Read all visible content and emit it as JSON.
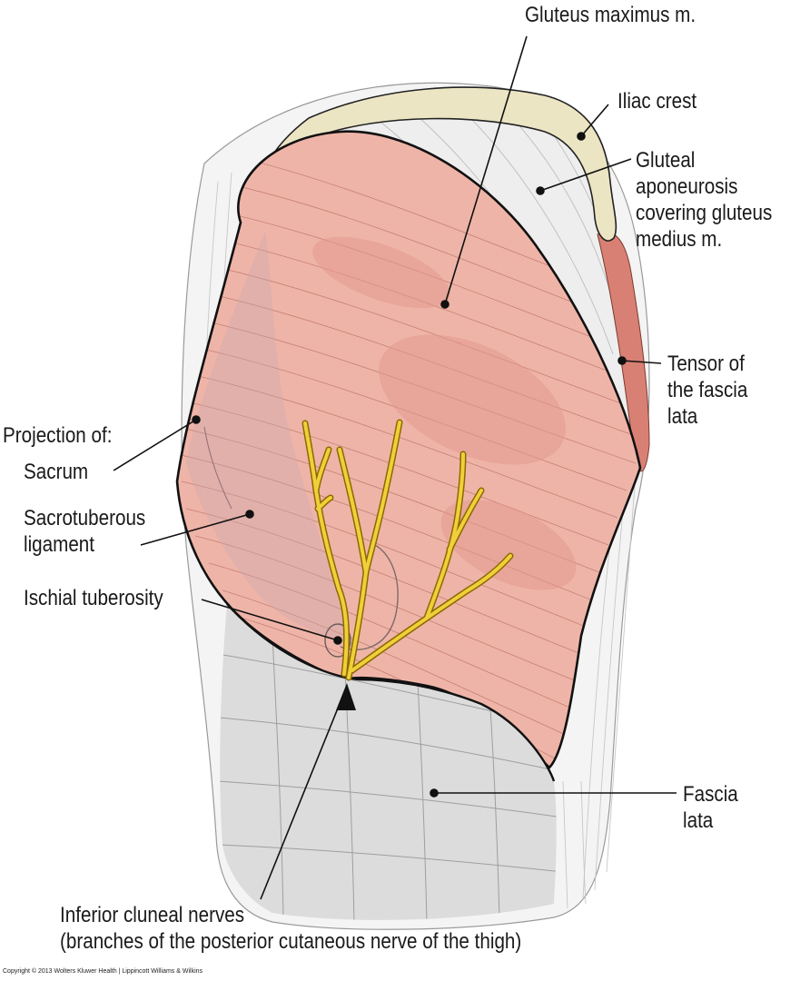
{
  "figure": {
    "labels": {
      "gluteus_maximus": "Gluteus maximus m.",
      "iliac_crest": "Iliac crest",
      "gluteal_aponeurosis": [
        "Gluteal",
        "aponeurosis",
        "covering gluteus",
        "medius m."
      ],
      "tensor_fascia_lata": [
        "Tensor of",
        "the fascia",
        "lata"
      ],
      "projection_of": "Projection of:",
      "sacrum": "Sacrum",
      "sacrotuberous_ligament": [
        "Sacrotuberous",
        "ligament"
      ],
      "ischial_tuberosity": "Ischial tuberosity",
      "fascia_lata": [
        "Fascia",
        "lata"
      ],
      "inferior_cluneal_nerves": [
        "Inferior cluneal nerves",
        "(branches of the posterior cutaneous nerve of the thigh)"
      ]
    },
    "copyright": "Copyright © 2013 Wolters Kluwer Health | Lippincott Williams & Wilkins",
    "colors": {
      "muscle": "#efb4a8",
      "muscle_dark": "#e39a8e",
      "bone": "#ece5c4",
      "fascia": "#dcdcdc",
      "skin": "#f3f3f3",
      "nerve": "#e8c22a",
      "tensor": "#d98074"
    }
  }
}
